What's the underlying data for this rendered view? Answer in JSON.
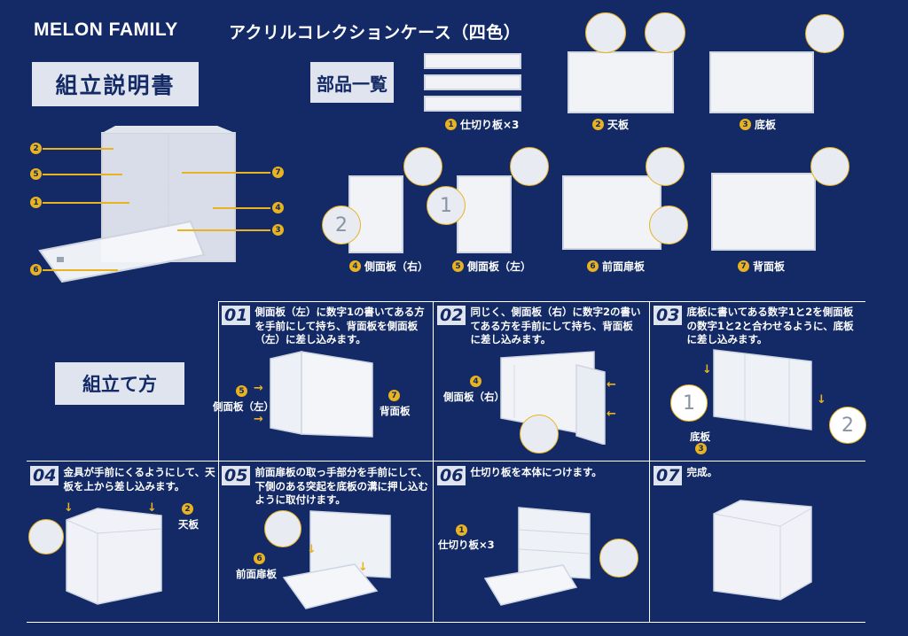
{
  "header": {
    "brand": "MELON FAMILY",
    "product": "アクリルコレクションケース（四色）"
  },
  "labels": {
    "manual": "組立説明書",
    "parts_list": "部品一覧",
    "assembly": "組立て方"
  },
  "parts": [
    {
      "no": "1",
      "name": "仕切り板×3"
    },
    {
      "no": "2",
      "name": "天板"
    },
    {
      "no": "3",
      "name": "底板"
    },
    {
      "no": "4",
      "name": "側面板（右）"
    },
    {
      "no": "5",
      "name": "側面板（左）"
    },
    {
      "no": "6",
      "name": "前面扉板"
    },
    {
      "no": "7",
      "name": "背面板"
    }
  ],
  "overview_callouts": [
    "2",
    "5",
    "1",
    "6",
    "7",
    "4",
    "3"
  ],
  "steps": [
    {
      "no": "01",
      "text": "側面板（左）に数字1の書いてある方を手前にして持ち、背面板を側面板（左）に差し込みます。",
      "labels": {
        "a_no": "5",
        "a": "側面板（左）",
        "b_no": "7",
        "b": "背面板"
      }
    },
    {
      "no": "02",
      "text": "同じく、側面板（右）に数字2の書いてある方を手前にして持ち、背面板に差し込みます。",
      "labels": {
        "a_no": "4",
        "a": "側面板（右）"
      }
    },
    {
      "no": "03",
      "text": "底板に書いてある数字1と2を側面板の数字1と2と合わせるように、底板に差し込みます。",
      "labels": {
        "a_no": "3",
        "a": "底板",
        "d1": "1",
        "d2": "2"
      }
    },
    {
      "no": "04",
      "text": "金具が手前にくるようにして、天板を上から差し込みます。",
      "labels": {
        "a_no": "2",
        "a": "天板"
      }
    },
    {
      "no": "05",
      "text": "前面扉板の取っ手部分を手前にして、下側のある突起を底板の溝に押し込むように取付けます。",
      "labels": {
        "a_no": "6",
        "a": "前面扉板"
      }
    },
    {
      "no": "06",
      "text": "仕切り板を本体につけます。",
      "labels": {
        "a_no": "1",
        "a": "仕切り板×3"
      }
    },
    {
      "no": "07",
      "text": "完成。"
    }
  ],
  "part_digits": {
    "left": "1",
    "right": "2"
  },
  "colors": {
    "background": "#132a66",
    "accent": "#e9b21f",
    "label_box": "#dfe4ef"
  }
}
